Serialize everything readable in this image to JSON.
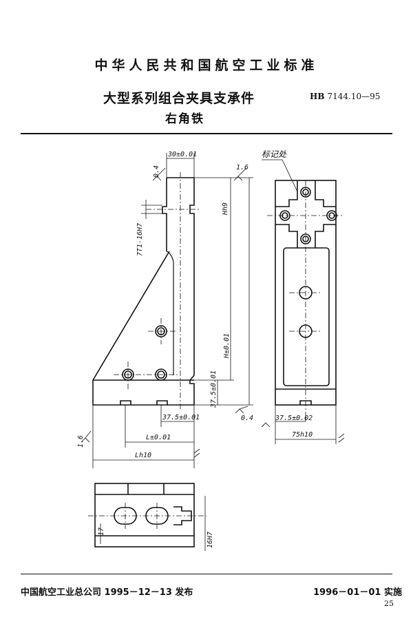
{
  "header": {
    "org_standard": "中华人民共和国航空工业标准",
    "title": "大型系列组合夹具支承件",
    "subtitle": "右角铁",
    "std_prefix": "HB",
    "std_number": "7144.10—95"
  },
  "drawing": {
    "dims": {
      "top_width": "30±0.01",
      "height_tol": "H±0.01",
      "height_fit": "Hh9",
      "slot": "7T1-16H7",
      "roughness_top": "1.6",
      "roughness_left": "1.6",
      "roughness_side": "0.4",
      "roughness_small": "0.4",
      "base_height": "37.5±0.01",
      "base_offset": "37.5±0.01",
      "length_tol": "L±0.01",
      "length_fit": "Lh10",
      "right_offset": "37.5±0.02",
      "width_fit": "75h10",
      "mark": "标记处",
      "plan_small": "17",
      "plan_slot": "16H7"
    }
  },
  "footer": {
    "issue": "中国航空工业总公司 1995－12－13 发布",
    "implement": "1996－01－01 实施",
    "page": "25"
  }
}
